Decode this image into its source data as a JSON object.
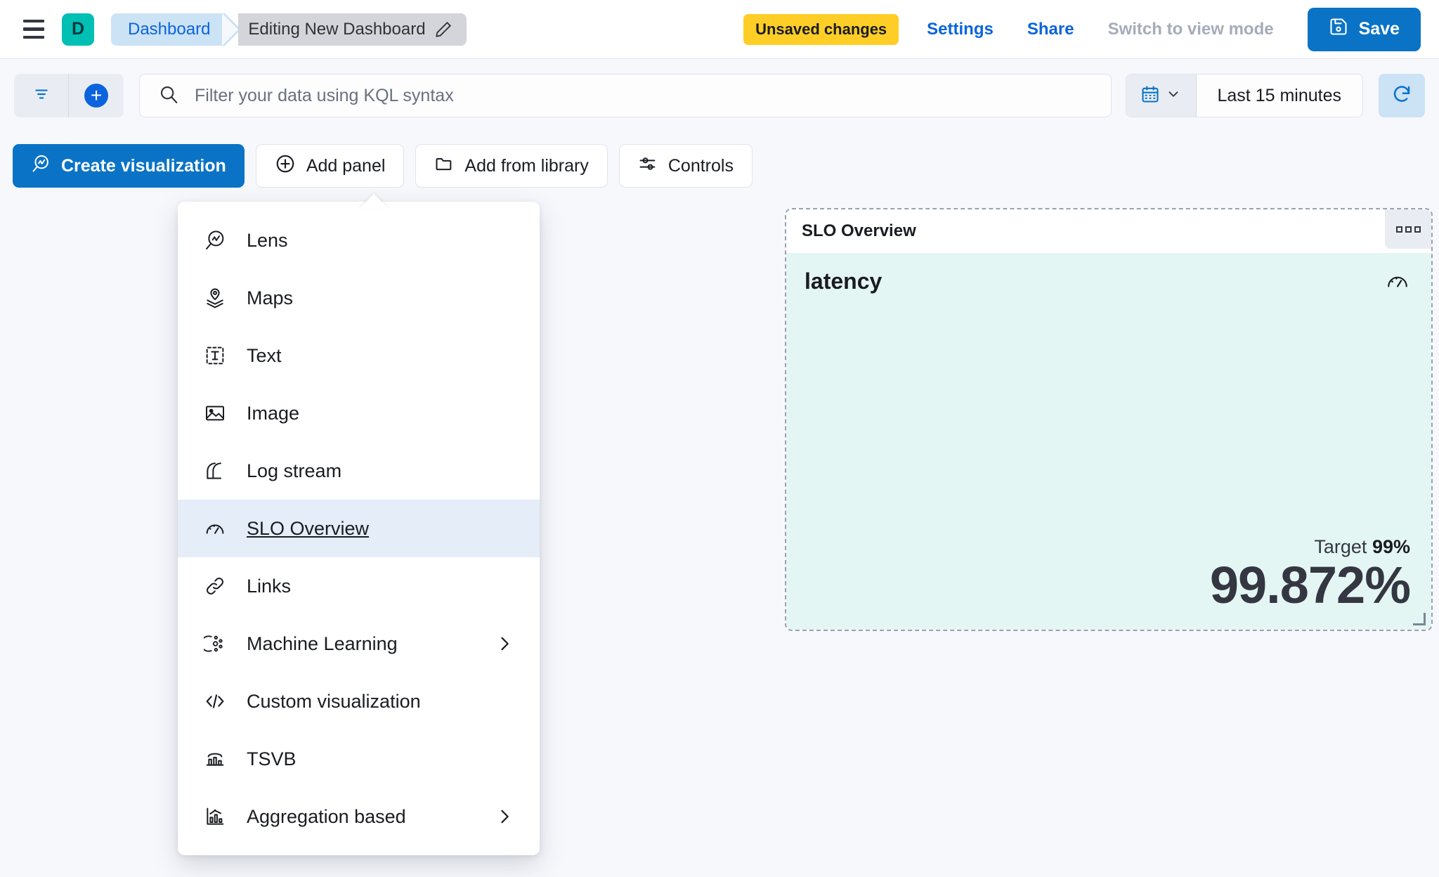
{
  "header": {
    "menu_icon": "hamburger-icon",
    "avatar_letter": "D",
    "breadcrumb_root": "Dashboard",
    "breadcrumb_current": "Editing New Dashboard",
    "edit_icon": "pencil-icon",
    "unsaved_badge": "Unsaved changes",
    "settings_link": "Settings",
    "share_link": "Share",
    "view_mode_link": "Switch to view mode",
    "save_label": "Save",
    "save_icon": "save-floppy-icon",
    "accent_blue": "#0B64DD",
    "save_button_bg": "#0A73C6",
    "badge_bg": "#FFCE26",
    "avatar_bg": "#00BFB3"
  },
  "querybar": {
    "filter_icon": "filter-icon",
    "add_filter_icon": "plus-circle-icon",
    "search_icon": "search-icon",
    "search_placeholder": "Filter your data using KQL syntax",
    "search_value": "",
    "calendar_icon": "calendar-icon",
    "calendar_chevron": "chevron-down-icon",
    "date_range": "Last 15 minutes",
    "refresh_icon": "refresh-icon"
  },
  "toolbar": {
    "buttons": [
      {
        "label": "Create visualization",
        "icon": "lens-icon",
        "primary": true
      },
      {
        "label": "Add panel",
        "icon": "plus-circle-outline-icon",
        "primary": false
      },
      {
        "label": "Add from library",
        "icon": "folder-icon",
        "primary": false
      },
      {
        "label": "Controls",
        "icon": "sliders-icon",
        "primary": false
      }
    ]
  },
  "add_panel_menu": {
    "items": [
      {
        "label": "Lens",
        "icon": "lens-icon",
        "selected": false,
        "submenu": false
      },
      {
        "label": "Maps",
        "icon": "map-pin-layers-icon",
        "selected": false,
        "submenu": false
      },
      {
        "label": "Text",
        "icon": "text-box-icon",
        "selected": false,
        "submenu": false
      },
      {
        "label": "Image",
        "icon": "image-icon",
        "selected": false,
        "submenu": false
      },
      {
        "label": "Log stream",
        "icon": "log-stream-icon",
        "selected": false,
        "submenu": false
      },
      {
        "label": "SLO Overview",
        "icon": "gauge-icon",
        "selected": true,
        "submenu": false
      },
      {
        "label": "Links",
        "icon": "link-icon",
        "selected": false,
        "submenu": false
      },
      {
        "label": "Machine Learning",
        "icon": "machine-learning-icon",
        "selected": false,
        "submenu": true
      },
      {
        "label": "Custom visualization",
        "icon": "code-brackets-icon",
        "selected": false,
        "submenu": false
      },
      {
        "label": "TSVB",
        "icon": "bar-chart-icon",
        "selected": false,
        "submenu": false
      },
      {
        "label": "Aggregation based",
        "icon": "aggregation-chart-icon",
        "selected": false,
        "submenu": true
      }
    ]
  },
  "slo_panel": {
    "panel_title": "SLO Overview",
    "context_menu_icon": "panel-context-menu-icon",
    "slo_name": "latency",
    "gauge_icon": "gauge-icon",
    "target_label": "Target",
    "target_value": "99%",
    "sli_value": "99.872%",
    "body_bg": "#E4F6F4",
    "border_style": "dashed"
  }
}
